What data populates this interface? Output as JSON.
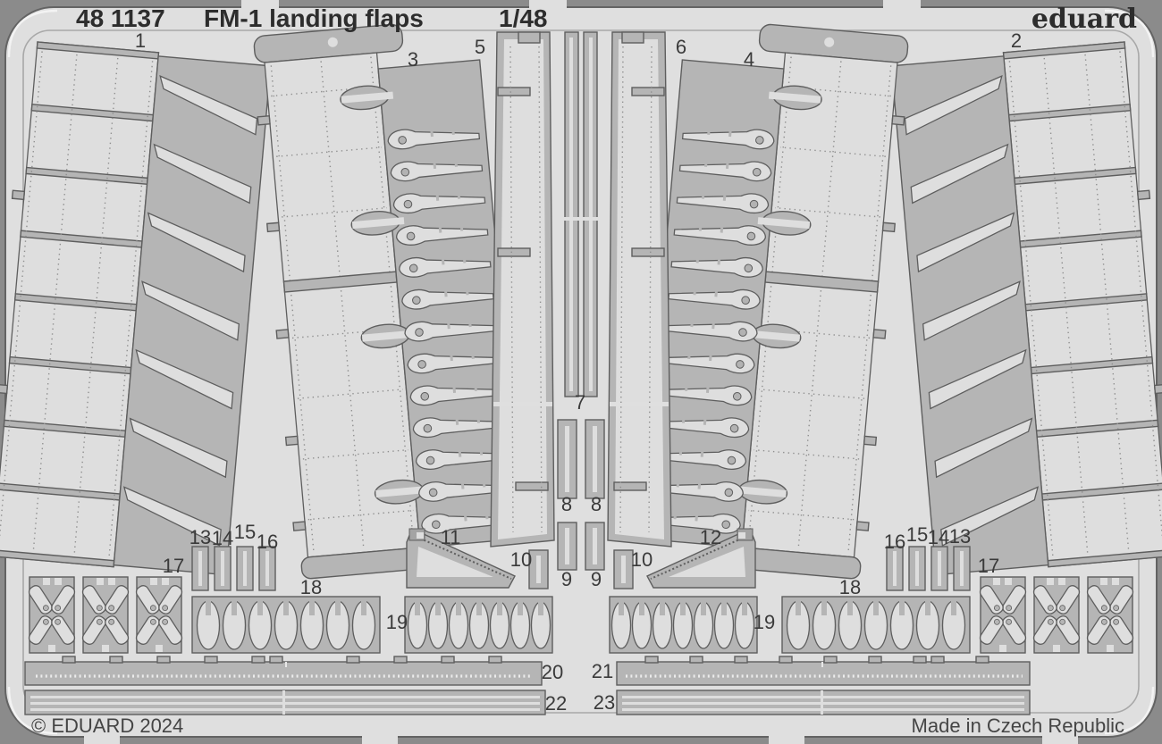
{
  "header": {
    "catalog_number": "48 1137",
    "product_title": "FM-1 landing flaps",
    "scale": "1/48",
    "brand_logo": "eduard"
  },
  "footer": {
    "copyright": "© EDUARD 2024",
    "made_in": "Made in Czech Republic"
  },
  "part_labels": {
    "p1": "1",
    "p2": "2",
    "p3": "3",
    "p4": "4",
    "p5": "5",
    "p6": "6",
    "p7": "7",
    "p8a": "8",
    "p8b": "8",
    "p9a": "9",
    "p9b": "9",
    "p10a": "10",
    "p10b": "10",
    "p11": "11",
    "p12": "12",
    "p13l": "13",
    "p14l": "14",
    "p15l": "15",
    "p16l": "16",
    "p17l": "17",
    "p18l": "18",
    "p19l": "19",
    "p13r": "13",
    "p14r": "14",
    "p15r": "15",
    "p16r": "16",
    "p17r": "17",
    "p18r": "18",
    "p19r": "19",
    "p20": "20",
    "p21": "21",
    "p22": "22",
    "p23": "23"
  },
  "colors": {
    "background_band": "#8b8b8b",
    "fret_plate": "#dfdfdf",
    "part_metal": "#b5b5b5",
    "part_light": "#dedede",
    "outline": "#5e5e5e",
    "text": "#2d2d2d"
  }
}
